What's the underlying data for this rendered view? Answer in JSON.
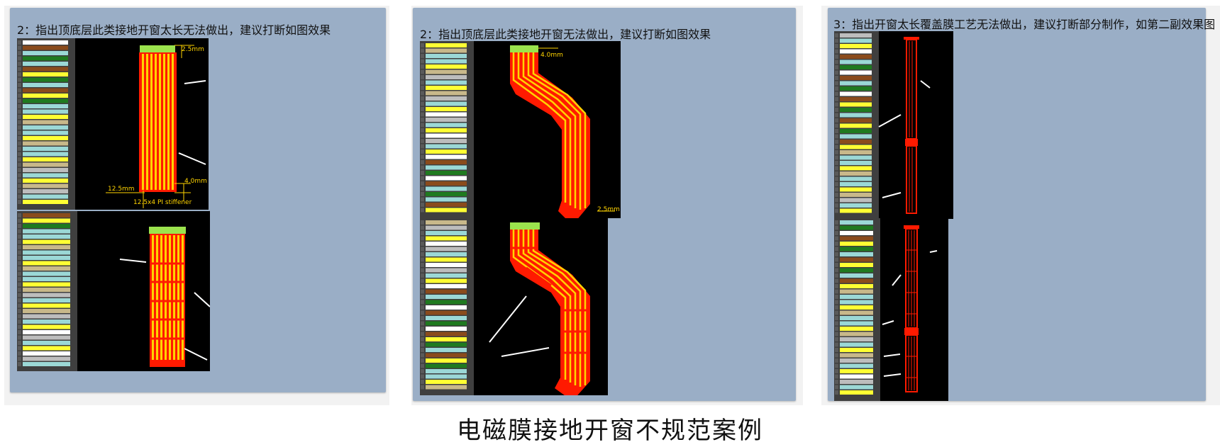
{
  "panels": [
    {
      "title": "2：指出顶底层此类接地开窗太长无法做出，建议打断如图效果"
    },
    {
      "title": "2：指出顶底层此类接地开窗无法做出，建议打断如图效果"
    },
    {
      "title": "3：指出开窗太长覆盖膜工艺无法做出，建议打断部分制作，如第二副效果图"
    }
  ],
  "annotations": {
    "p1_dim_top": "2.5mm",
    "p1_dim_right": "4.0mm",
    "p1_dim_left": "12.5mm",
    "p1_stiffener": "12.5x4  PI stiffener",
    "p2_dim_top": "4.0mm",
    "p2_dim_bottom": "2.5mm"
  },
  "caption": "电磁膜接地开窗不规范案例",
  "colors": {
    "panel": "#9aaec6",
    "copper": "#ff1a00",
    "stripe": "#ffd400",
    "connector": "#9be34d"
  }
}
